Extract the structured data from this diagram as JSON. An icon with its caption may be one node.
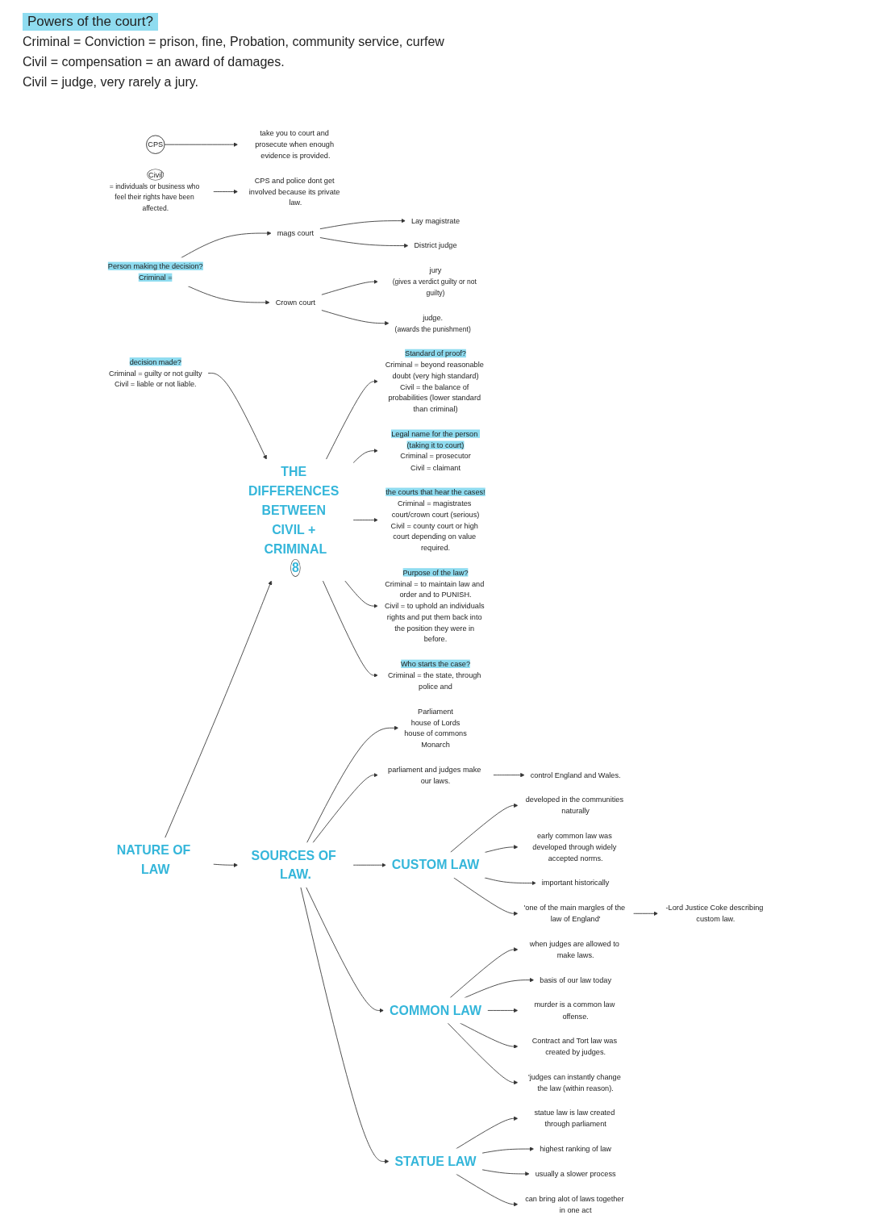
{
  "diagram": {
    "nodes": [
      {
        "text": [
          "Standard of proof?",
          "Criminal = beyond reasonable doubt (very high standard)",
          "Civil = the balance of probabilities (lower standard than criminal)"
        ]
      },
      {
        "text": [
          "Legal name for the person (taking it to court)",
          "Criminal = prosecutor",
          "Civil = claimant"
        ]
      },
      {
        "text": [
          "Person making the decision?",
          "Criminal ="
        ]
      },
      {
        "text": [
          "Lay magistrate"
        ]
      },
      {
        "text": [
          "District judge"
        ]
      },
      {
        "text": [
          "mags court"
        ]
      },
      {
        "text": [
          "Crown court"
        ]
      },
      {
        "text": [
          "jury",
          "(gives a verdict guilty or not guilty)"
        ]
      },
      {
        "text": [
          "judge.",
          "(awards the punishment)"
        ]
      },
      {
        "text": [
          "the courts that hear the cases!",
          "Criminal = magistrates court/crown court (serious)",
          "Civil = county court or high court depending on value required."
        ]
      },
      {
        "text": [
          "Purpose of the law?",
          "Criminal = to maintain law and order and to PUNISH.",
          "Civil = to uphold an individuals rights and put them back into the position they were in before."
        ]
      },
      {
        "text": [
          "THE DIFFERENCES BETWEEN CIVIL + CRIMINAL",
          "8"
        ]
      },
      {
        "text": [
          "Who starts the case?",
          "Criminal = the state, through police and"
        ]
      },
      {
        "text": [
          "CPS"
        ]
      },
      {
        "text": [
          "take you to court and prosecute when enough evidence is provided."
        ]
      },
      {
        "text": [
          "Civil",
          "= individuals or business who feel their rights have been affected."
        ]
      },
      {
        "text": [
          "decision made?",
          "Criminal = guilty or not guilty",
          "Civil = liable or not liable."
        ]
      },
      {
        "text": [
          "CPS and police dont get involved because its private law."
        ]
      },
      {
        "text": [
          "NATURE OF LAW"
        ]
      },
      {
        "text": [
          "Parliament",
          "house of Lords",
          "house of commons",
          "Monarch"
        ]
      },
      {
        "text": [
          "parliament and judges make our laws."
        ]
      },
      {
        "text": [
          "SOURCES OF LAW."
        ]
      },
      {
        "text": [
          "control England and Wales."
        ]
      },
      {
        "text": [
          "developed in the communities naturally"
        ]
      },
      {
        "text": [
          "CUSTOM LAW"
        ]
      },
      {
        "text": [
          "COMMON LAW"
        ]
      },
      {
        "text": [
          "STATUE LAW"
        ]
      },
      {
        "text": [
          "early common law was developed through widely accepted norms."
        ]
      },
      {
        "text": [
          "important historically"
        ]
      },
      {
        "text": [
          "when judges are allowed to make laws."
        ]
      },
      {
        "text": [
          "basis of our law today"
        ]
      },
      {
        "text": [
          "statue law is law created through parliament"
        ]
      },
      {
        "text": [
          "highest ranking of law"
        ]
      },
      {
        "text": [
          "murder is a common law offense."
        ]
      },
      {
        "text": [
          "usually a slower process"
        ]
      },
      {
        "text": [
          "Contract and Tort law was created by judges."
        ]
      },
      {
        "text": [
          "'one of the main margles of the law of England'"
        ]
      },
      {
        "text": [
          "-Lord Justice Coke describing custom law."
        ]
      },
      {
        "text": [
          "'judges can instantly change the law (within reason)."
        ]
      },
      {
        "text": [
          "can bring alot of laws together in one act"
        ]
      }
    ],
    "edges": [
      {
        "from": 11,
        "to": 0,
        "arrow": "to"
      },
      {
        "from": 11,
        "to": 1,
        "arrow": "to"
      },
      {
        "from": 2,
        "to": 5,
        "arrow": "to"
      },
      {
        "from": 5,
        "to": 3,
        "arrow": "to"
      },
      {
        "from": 5,
        "to": 4,
        "arrow": "to"
      },
      {
        "from": 2,
        "to": 6,
        "arrow": "to"
      },
      {
        "from": 6,
        "to": 7,
        "arrow": "to"
      },
      {
        "from": 6,
        "to": 8,
        "arrow": "to"
      },
      {
        "from": 11,
        "to": 9,
        "arrow": "to"
      },
      {
        "from": 11,
        "to": 10,
        "arrow": "to"
      },
      {
        "from": 11,
        "to": 12,
        "arrow": "to"
      },
      {
        "from": 13,
        "to": 14,
        "arrow": "to"
      },
      {
        "from": 15,
        "to": 17,
        "arrow": "to"
      },
      {
        "from": 16,
        "to": 11,
        "arrow": "to"
      },
      {
        "from": 18,
        "to": 11,
        "arrow": "to"
      },
      {
        "from": 18,
        "to": 21,
        "arrow": "to"
      },
      {
        "from": 21,
        "to": 19,
        "arrow": "to"
      },
      {
        "from": 21,
        "to": 20,
        "arrow": "to"
      },
      {
        "from": 20,
        "to": 22,
        "arrow": "to"
      },
      {
        "from": 21,
        "to": 24,
        "arrow": "to"
      },
      {
        "from": 21,
        "to": 25,
        "arrow": "to"
      },
      {
        "from": 21,
        "to": 26,
        "arrow": "to"
      },
      {
        "from": 24,
        "to": 23,
        "arrow": "to"
      },
      {
        "from": 24,
        "to": 27,
        "arrow": "to"
      },
      {
        "from": 24,
        "to": 28,
        "arrow": "to"
      },
      {
        "from": 24,
        "to": 36,
        "arrow": "to"
      },
      {
        "from": 36,
        "to": 37,
        "arrow": "to"
      },
      {
        "from": 25,
        "to": 29,
        "arrow": "to"
      },
      {
        "from": 25,
        "to": 30,
        "arrow": "to"
      },
      {
        "from": 25,
        "to": 33,
        "arrow": "to"
      },
      {
        "from": 25,
        "to": 35,
        "arrow": "to"
      },
      {
        "from": 25,
        "to": 38,
        "arrow": "to"
      },
      {
        "from": 26,
        "to": 31,
        "arrow": "to"
      },
      {
        "from": 26,
        "to": 32,
        "arrow": "to"
      },
      {
        "from": 26,
        "to": 34,
        "arrow": "to"
      },
      {
        "from": 26,
        "to": 39,
        "arrow": "to"
      }
    ],
    "labels": [
      "Powers of the court?",
      "Criminal = Conviction = prison, fine, Probation, community service, curfew",
      "Civil = compensation = an award of damages.",
      "Civil = judge, very rarely a jury."
    ]
  }
}
